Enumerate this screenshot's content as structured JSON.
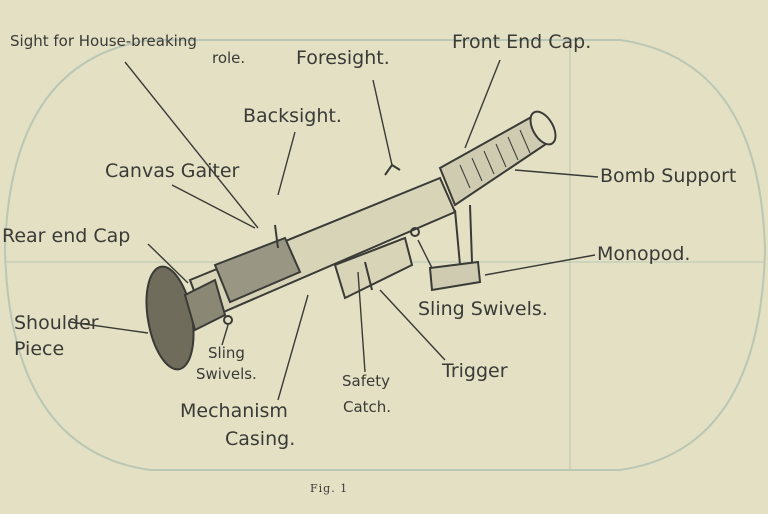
{
  "diagram": {
    "title_caption": "Fig. 1",
    "labels": {
      "sight_house_breaking_line1": "Sight for House-breaking",
      "sight_house_breaking_line2": "role.",
      "foresight": "Foresight.",
      "front_end_cap": "Front End Cap.",
      "backsight": "Backsight.",
      "canvas_gaiter": "Canvas Gaiter",
      "bomb_support": "Bomb Support",
      "rear_end_cap": "Rear end Cap",
      "monopod": "Monopod.",
      "shoulder_piece_line1": "Shoulder",
      "shoulder_piece_line2": "Piece",
      "sling_swivels_right": "Sling Swivels.",
      "sling_swivels_left_line1": "Sling",
      "sling_swivels_left_line2": "Swivels.",
      "trigger": "Trigger",
      "safety_catch_line1": "Safety",
      "safety_catch_line2": "Catch.",
      "mechanism_casing_line1": "Mechanism",
      "mechanism_casing_line2": "Casing."
    },
    "colors": {
      "paper": "#e4e0c4",
      "ink": "#3a3a36",
      "grid": "#b9c7b4"
    }
  }
}
